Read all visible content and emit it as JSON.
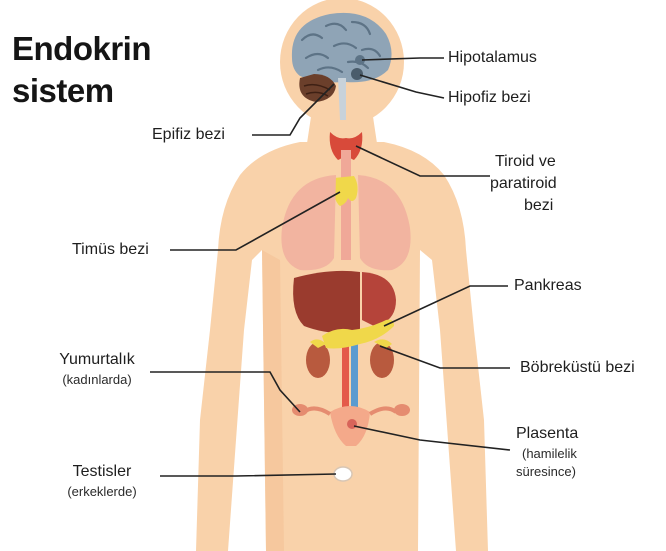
{
  "title": {
    "line1": "Endokrin",
    "line2": "sistem"
  },
  "labels": {
    "hipotalamus": "Hipotalamus",
    "hipofiz": "Hipofiz bezi",
    "epifiz": "Epifiz bezi",
    "tiroid_1": "Tiroid ve",
    "tiroid_2": "paratiroid",
    "tiroid_3": "bezi",
    "timus": "Timüs bezi",
    "pankreas": "Pankreas",
    "bobrekustu": "Böbreküstü bezi",
    "yumurtalik": "Yumurtalık",
    "yumurtalik_note": "(kadınlarda)",
    "plasenta": "Plasenta",
    "plasenta_note_1": "(hamilelik",
    "plasenta_note_2": "süresince)",
    "testisler": "Testisler",
    "testisler_note": "(erkeklerde)"
  },
  "colors": {
    "skin": "#f9d2aa",
    "skin_shade": "#f3c296",
    "brain": "#8fa4b6",
    "brain_fold": "#5d7386",
    "cerebellum": "#6b3f2b",
    "thyroid": "#d84a3a",
    "gland": "#f0d84a",
    "lung": "#f2b4a0",
    "liver": "#9a3b2e",
    "stomach": "#c9523f",
    "kidney": "#b85a3e",
    "aorta": "#e45a4a",
    "vein": "#5b9bd0",
    "uterus": "#f4a98a",
    "line": "#222222"
  }
}
